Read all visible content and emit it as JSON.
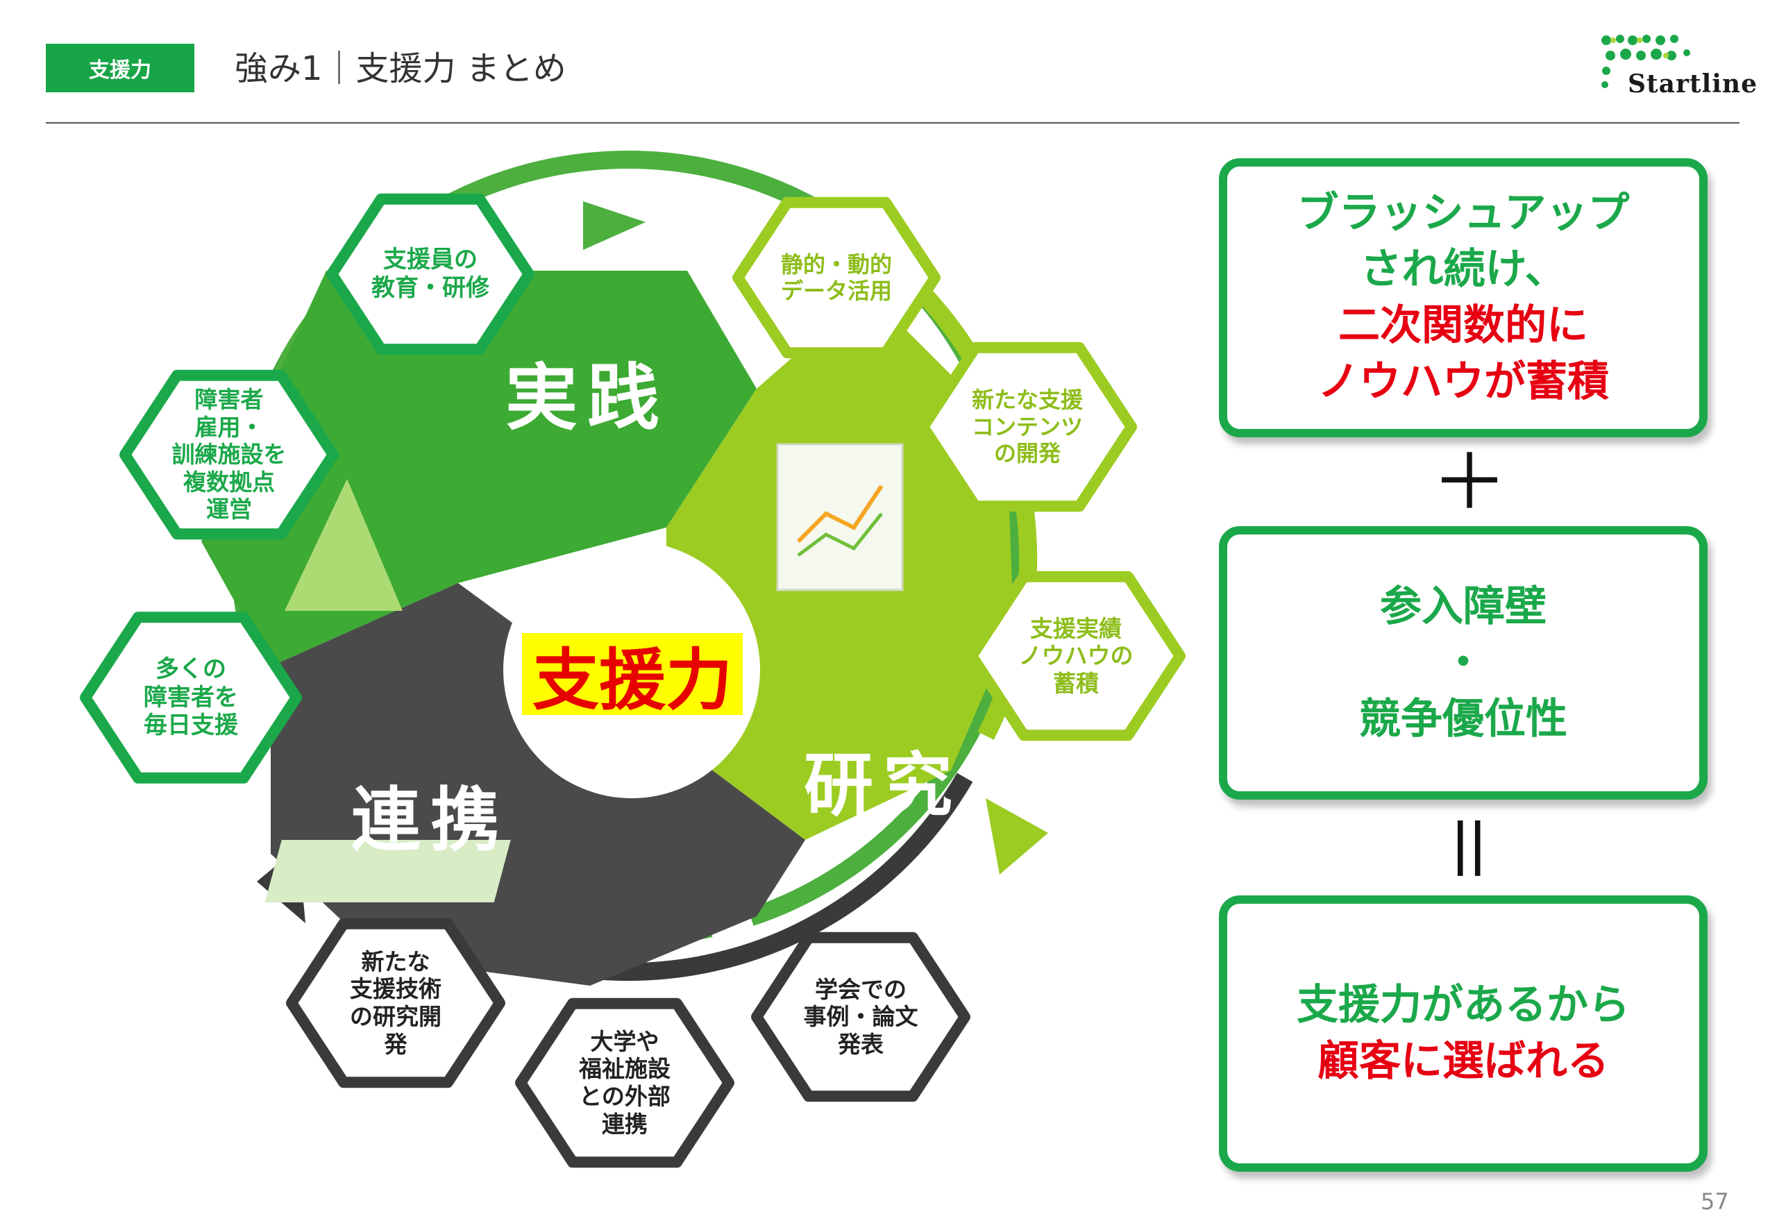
{
  "header": {
    "tag": "支援力",
    "title": "強み1｜支援力  まとめ",
    "logo_text": "Startline"
  },
  "diagram": {
    "center": "支援力",
    "sections": [
      {
        "label": "実践",
        "color": "#3daa33"
      },
      {
        "label": "研究",
        "color": "#9ccc22"
      },
      {
        "label": "連携",
        "color": "#4a4a4a"
      }
    ],
    "hexagons": [
      {
        "text": "支援員の\n教育・研修",
        "group": "practice"
      },
      {
        "text": "障害者\n雇用・\n訓練施設を\n複数拠点\n運営",
        "group": "practice"
      },
      {
        "text": "多くの\n障害者を\n毎日支援",
        "group": "practice"
      },
      {
        "text": "静的・動的\nデータ活用",
        "group": "research"
      },
      {
        "text": "新たな支援\nコンテンツ\nの開発",
        "group": "research"
      },
      {
        "text": "支援実績\nノウハウの\n蓄積",
        "group": "research"
      },
      {
        "text": "学会での\n事例・論文\n発表",
        "group": "collaboration"
      },
      {
        "text": "大学や\n福祉施設\nとの外部\n連携",
        "group": "collaboration"
      },
      {
        "text": "新たな\n支援技術\nの研究開\n発",
        "group": "collaboration"
      }
    ]
  },
  "summary": {
    "box1": {
      "line1": "ブラッシュアップ",
      "line2": "され続け、",
      "line3": "二次関数的に",
      "line4": "ノウハウが蓄積"
    },
    "plus": "＋",
    "box2": {
      "line1": "参入障壁",
      "line2": "・",
      "line3": "競争優位性"
    },
    "equals": "＝",
    "box3": {
      "line1": "支援力があるから",
      "line2": "顧客に選ばれる"
    }
  },
  "footer": {
    "page_number": "57"
  },
  "colors": {
    "brand_green": "#1ba84a",
    "light_green": "#9ccc22",
    "dark_gray": "#4a4a4a",
    "accent_red": "#e60012",
    "highlight_yellow": "#ffff00"
  }
}
